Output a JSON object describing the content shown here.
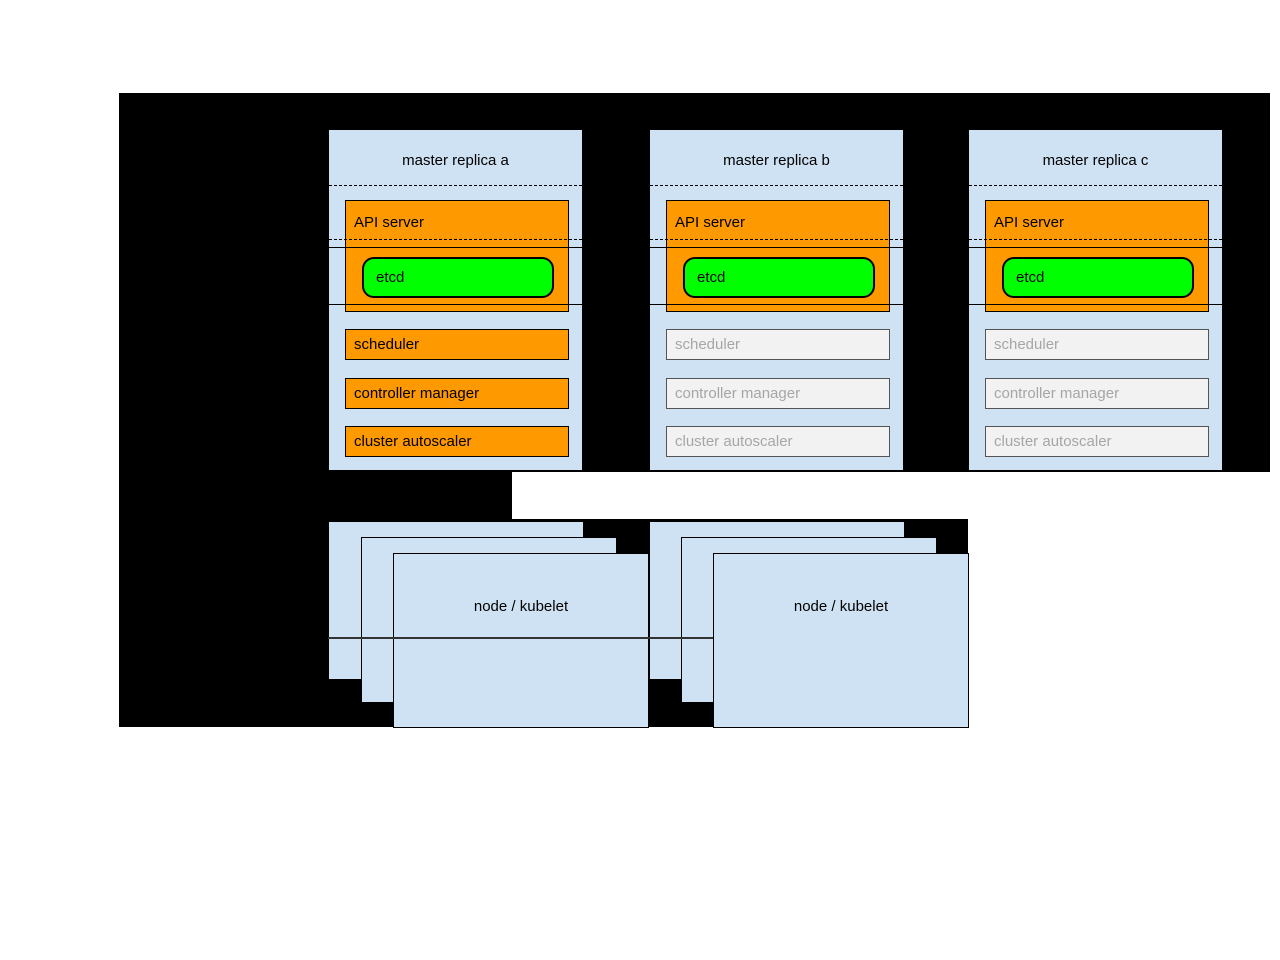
{
  "masters": [
    {
      "title": "master replica a",
      "active": true,
      "api_server": "API server",
      "etcd": "etcd",
      "scheduler": "scheduler",
      "controller_manager": "controller manager",
      "cluster_autoscaler": "cluster autoscaler"
    },
    {
      "title": "master replica b",
      "active": false,
      "api_server": "API server",
      "etcd": "etcd",
      "scheduler": "scheduler",
      "controller_manager": "controller manager",
      "cluster_autoscaler": "cluster autoscaler"
    },
    {
      "title": "master replica c",
      "active": false,
      "api_server": "API server",
      "etcd": "etcd",
      "scheduler": "scheduler",
      "controller_manager": "controller manager",
      "cluster_autoscaler": "cluster autoscaler"
    }
  ],
  "nodes": [
    {
      "label": "node / kubelet"
    },
    {
      "label": "node / kubelet"
    }
  ],
  "colors": {
    "canvas_black": "#000000",
    "page_white": "#ffffff",
    "panel_blue": "#cfe2f3",
    "active_orange": "#ff9900",
    "etcd_green": "#00ff00",
    "standby_fill": "#f2f2f2",
    "standby_border": "#545454",
    "standby_text": "#a6a6a6"
  }
}
